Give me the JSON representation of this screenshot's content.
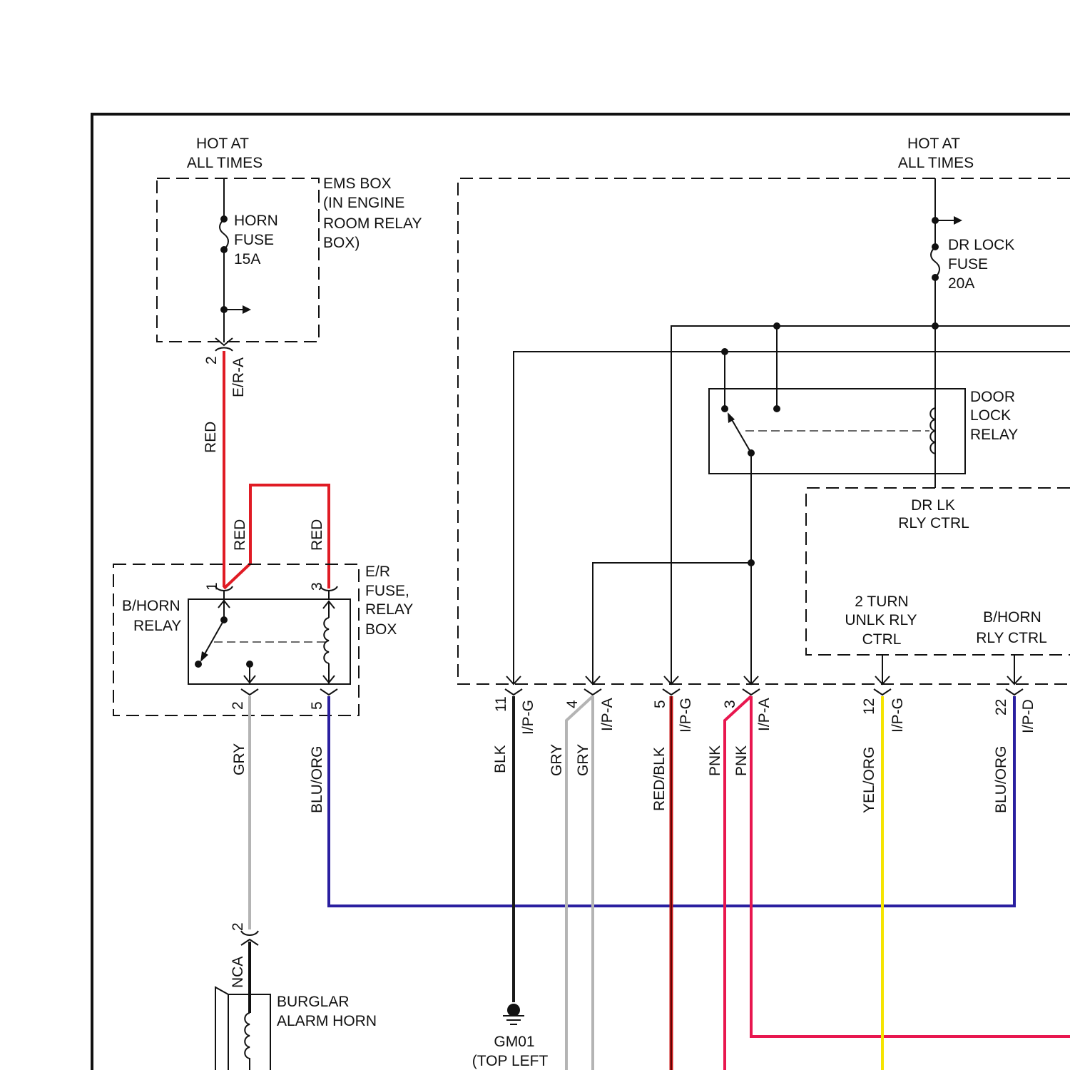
{
  "labels": {
    "hot_left": [
      "HOT AT",
      "ALL TIMES"
    ],
    "hot_right": [
      "HOT AT",
      "ALL TIMES"
    ],
    "ems_box": [
      "EMS BOX",
      "(IN ENGINE",
      "ROOM RELAY",
      "BOX)"
    ],
    "horn_fuse": [
      "HORN",
      "FUSE",
      "15A"
    ],
    "dr_lock_fuse": [
      "DR LOCK",
      "FUSE",
      "20A"
    ],
    "door_lock_relay": [
      "DOOR",
      "LOCK",
      "RELAY"
    ],
    "dr_lk_rly_ctrl": [
      "DR LK",
      "RLY CTRL"
    ],
    "turn_unlk": [
      "2 TURN",
      "UNLK RLY",
      "CTRL"
    ],
    "bhorn_ctrl": [
      "B/HORN",
      "RLY CTRL"
    ],
    "bhorn_relay": [
      "B/HORN",
      "RELAY"
    ],
    "er_box": [
      "E/R",
      "FUSE,",
      "RELAY",
      "BOX"
    ],
    "burglar_horn": [
      "BURGLAR",
      "ALARM HORN"
    ],
    "ground": [
      "GM01",
      "(TOP LEFT"
    ]
  },
  "pins": {
    "er_a_pin": "2",
    "er_a_conn": "E/R-A",
    "relay_pin1": "1",
    "relay_pin3": "3",
    "relay_pin2": "2",
    "relay_pin5": "5",
    "horn_pin": "2",
    "horn_conn": "NCA",
    "p11": "11",
    "c11": "I/P-G",
    "p4": "4",
    "c4": "I/P-A",
    "p5": "5",
    "c5": "I/P-G",
    "p3": "3",
    "c3": "I/P-A",
    "p12": "12",
    "c12": "I/P-G",
    "p22": "22",
    "c22": "I/P-D"
  },
  "wires": {
    "red_main": "RED",
    "red_1": "RED",
    "red_3": "RED",
    "gry_horn": "GRY",
    "blu_org_relay": "BLU/ORG",
    "blk": "BLK",
    "gry_a": "GRY",
    "gry_b": "GRY",
    "red_blk": "RED/BLK",
    "pnk_a": "PNK",
    "pnk_b": "PNK",
    "yel_org": "YEL/ORG",
    "blu_org_22": "BLU/ORG"
  },
  "colors": {
    "red": "#e01b24",
    "gray": "#b4b4b4",
    "blue": "#2a1fa0",
    "black": "#1a1a1a",
    "pink": "#e8174f",
    "yellow": "#f5e400",
    "redblk_outer": "#cc1515"
  }
}
